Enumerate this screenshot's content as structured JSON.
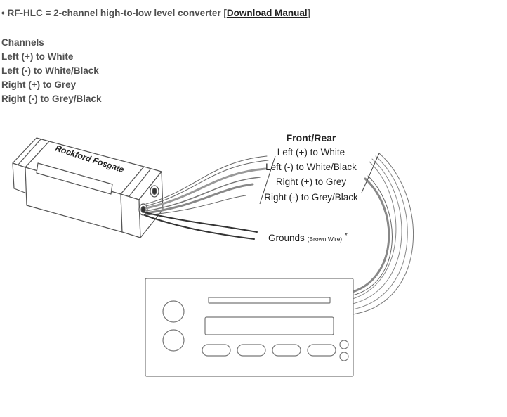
{
  "header": {
    "bullet": "•",
    "product_text": "RF-HLC = 2-channel high-to-low level converter [",
    "manual_link": "Download Manual",
    "closing_bracket": "]"
  },
  "channels": {
    "title": "Channels",
    "items": [
      "Left (+) to White",
      "Left (-) to White/Black",
      "Right (+) to Grey",
      "Right (-) to Grey/Black"
    ]
  },
  "diagram": {
    "brand_logo": "Rockford Fosgate",
    "wire_title": "Front/Rear",
    "wire_labels": [
      "Left (+) to White",
      "Left (-) to White/Black",
      "Right (+) to Grey",
      "Right (-) to Grey/Black"
    ],
    "grounds_label": "Grounds",
    "grounds_note": "(Brown Wire)",
    "grounds_asterisk": "*",
    "colors": {
      "line": "#555555",
      "grey_wire": "#888888",
      "ground_wire": "#333333"
    }
  }
}
